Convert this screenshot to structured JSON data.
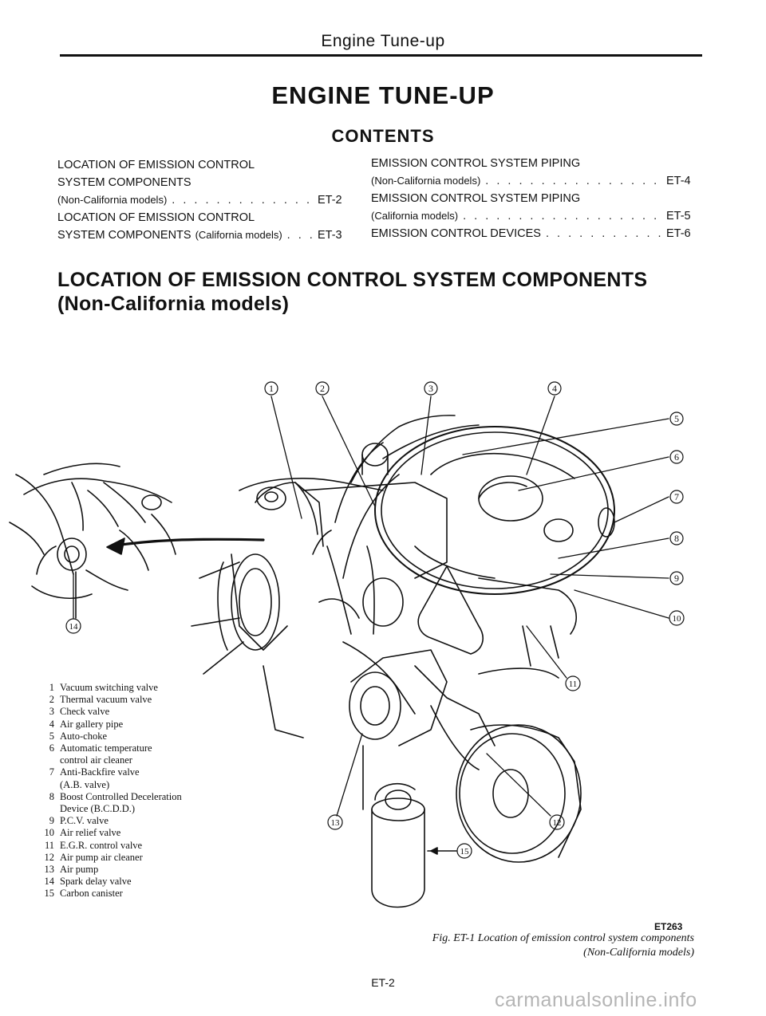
{
  "header": {
    "running_title": "Engine Tune-up",
    "main_title": "ENGINE TUNE-UP",
    "contents_label": "CONTENTS"
  },
  "toc": {
    "left": [
      {
        "line1": "LOCATION OF EMISSION CONTROL",
        "line2": "SYSTEM COMPONENTS",
        "line3": "(Non-California models)",
        "page": "ET-2"
      },
      {
        "line1": "LOCATION OF EMISSION CONTROL",
        "line2": "SYSTEM COMPONENTS",
        "line2b": "(California models)",
        "page": "ET-3"
      }
    ],
    "right": [
      {
        "line1": "EMISSION CONTROL SYSTEM PIPING",
        "line2": "(Non-California models)",
        "page": "ET-4"
      },
      {
        "line1": "EMISSION CONTROL SYSTEM PIPING",
        "line2": "(California models)",
        "page": "ET-5"
      },
      {
        "line1": "EMISSION CONTROL DEVICES",
        "page": "ET-6"
      }
    ]
  },
  "section": {
    "title_line1": "LOCATION OF EMISSION CONTROL SYSTEM COMPONENTS",
    "title_line2": "(Non-California models)"
  },
  "legend": [
    {
      "num": "1",
      "text": "Vacuum switching valve"
    },
    {
      "num": "2",
      "text": "Thermal vacuum valve"
    },
    {
      "num": "3",
      "text": "Check valve"
    },
    {
      "num": "4",
      "text": "Air gallery pipe"
    },
    {
      "num": "5",
      "text": "Auto-choke"
    },
    {
      "num": "6",
      "text": "Automatic temperature"
    },
    {
      "num": "",
      "text": "control air cleaner"
    },
    {
      "num": "7",
      "text": "Anti-Backfire valve"
    },
    {
      "num": "",
      "text": "(A.B. valve)"
    },
    {
      "num": "8",
      "text": "Boost Controlled Deceleration"
    },
    {
      "num": "",
      "text": "Device (B.C.D.D.)"
    },
    {
      "num": "9",
      "text": "P.C.V. valve"
    },
    {
      "num": "10",
      "text": "Air relief valve"
    },
    {
      "num": "11",
      "text": "E.G.R. control valve"
    },
    {
      "num": "12",
      "text": "Air pump air cleaner"
    },
    {
      "num": "13",
      "text": "Air pump"
    },
    {
      "num": "14",
      "text": "Spark delay valve"
    },
    {
      "num": "15",
      "text": "Carbon canister"
    }
  ],
  "callouts": [
    "1",
    "2",
    "3",
    "4",
    "5",
    "6",
    "7",
    "8",
    "9",
    "10",
    "11",
    "12",
    "13",
    "14",
    "15"
  ],
  "figure": {
    "code": "ET263",
    "caption_line1": "Fig. ET-1  Location of emission control system components",
    "caption_line2": "(Non-California models)"
  },
  "footer": {
    "page": "ET-2",
    "watermark": "carmanualsonline.info"
  }
}
